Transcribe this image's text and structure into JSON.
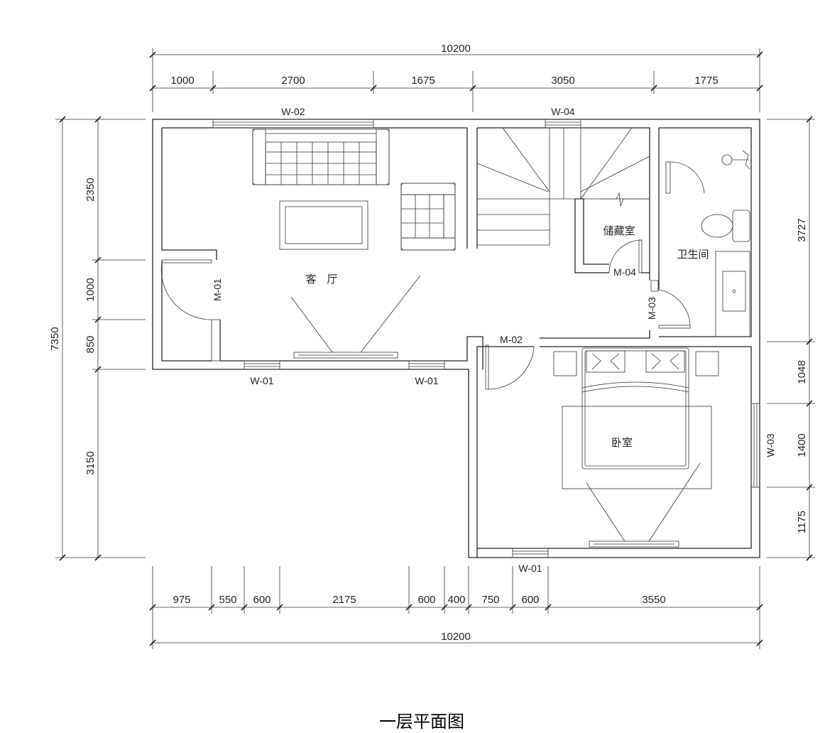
{
  "title": "一层平面图",
  "rooms": {
    "living": "客　厅",
    "storage": "储藏室",
    "bathroom": "卫生间",
    "bedroom": "卧室"
  },
  "tags": {
    "w02": "W-02",
    "w04": "W-04",
    "w01_left": "W-01",
    "w01_mid": "W-01",
    "w01_bottom": "W-01",
    "w03": "W-03",
    "m01": "M-01",
    "m02": "M-02",
    "m03": "M-03",
    "m04": "M-04"
  },
  "dimensions": {
    "top_total": "10200",
    "top_segments": [
      "1000",
      "2700",
      "1675",
      "3050",
      "1775"
    ],
    "bottom_total": "10200",
    "bottom_segments": [
      "975",
      "550",
      "600",
      "2175",
      "600",
      "400",
      "750",
      "600",
      "3550"
    ],
    "left_total": "7350",
    "left_segments": [
      "2350",
      "1000",
      "850",
      "3150"
    ],
    "right_segments": [
      "3727",
      "1048",
      "1400",
      "1175"
    ]
  }
}
